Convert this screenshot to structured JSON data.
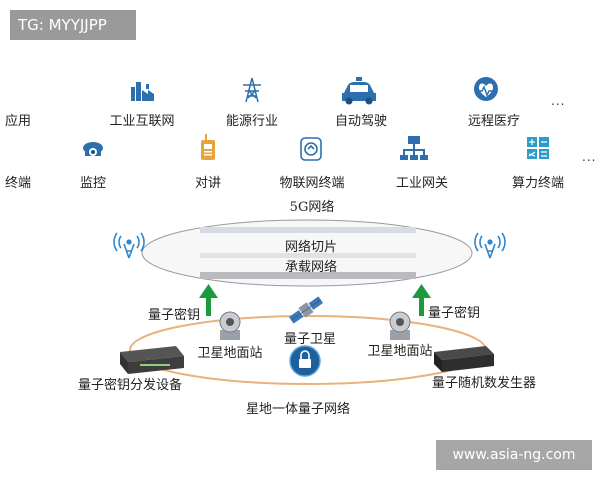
{
  "watermark_top": "TG: MYYJJPP",
  "watermark_bottom": "www.asia-ng.com",
  "rows": {
    "application": {
      "label": "应用",
      "items": [
        {
          "label": "工业互联网",
          "icon": "factory-icon"
        },
        {
          "label": "能源行业",
          "icon": "power-tower-icon"
        },
        {
          "label": "自动驾驶",
          "icon": "car-icon"
        },
        {
          "label": "远程医疗",
          "icon": "heart-monitor-icon"
        }
      ],
      "ellipsis": "..."
    },
    "terminal": {
      "label": "终端",
      "items": [
        {
          "label": "监控",
          "icon": "camera-icon"
        },
        {
          "label": "对讲",
          "icon": "walkie-talkie-icon"
        },
        {
          "label": "物联网终端",
          "icon": "iot-device-icon"
        },
        {
          "label": "工业网关",
          "icon": "gateway-icon"
        },
        {
          "label": "算力终端",
          "icon": "calculator-icon"
        }
      ],
      "ellipsis": "..."
    }
  },
  "network": {
    "title": "5G网络",
    "layer_top": "网络切片",
    "layer_bottom": "承载网络"
  },
  "quantum": {
    "left_key": "量子密钥",
    "right_key": "量子密钥",
    "satellite": "量子卫星",
    "left_station": "卫星地面站",
    "right_station": "卫星地面站",
    "left_device": "量子密钥分发设备",
    "right_device": "量子随机数发生器",
    "network_label": "星地一体量子网络"
  },
  "colors": {
    "icon_blue": "#2d6fae",
    "arrow_green": "#1e9a3e",
    "orbit_orange": "#e8b27a",
    "antenna_blue": "#2f86c9"
  }
}
